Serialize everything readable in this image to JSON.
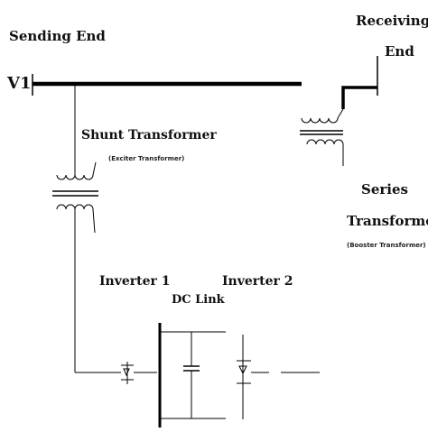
{
  "labels": {
    "sending_end": "Sending End",
    "receiving_end_line1": "Receiving",
    "receiving_end_line2": "End",
    "v1": "V1",
    "shunt_transformer": "Shunt Transformer",
    "shunt_transformer_note": "(Exciter Transformer)",
    "series_transformer_line1": "Series",
    "series_transformer_line2": "Transformer",
    "series_transformer_note": "(Booster Transformer)",
    "inverter1": "Inverter 1",
    "inverter2": "Inverter 2",
    "dc_link": "DC Link"
  },
  "colors": {
    "line": "#000000",
    "text": "#111111",
    "background": "#ffffff"
  }
}
